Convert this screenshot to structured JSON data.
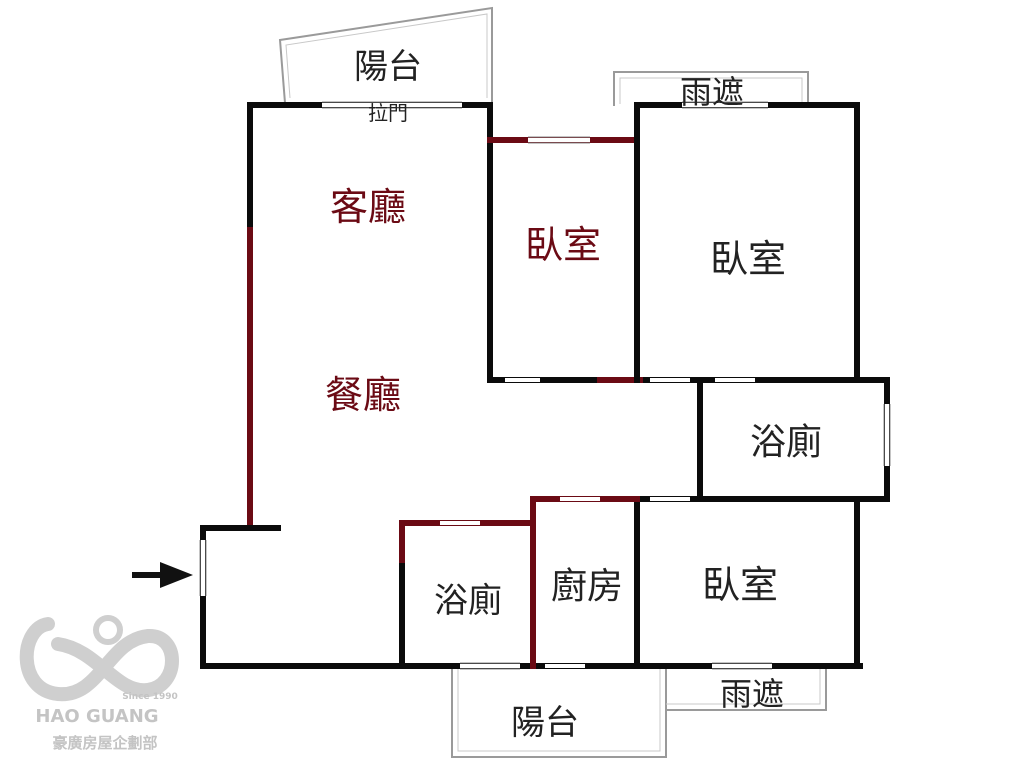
{
  "rooms": {
    "balcony_top": "陽台",
    "sliding_door": "拉門",
    "canopy_top": "雨遮",
    "living": "客廳",
    "bedroom_1": "臥室",
    "bedroom_2": "臥室",
    "dining": "餐廳",
    "bath_right": "浴廁",
    "bath_left": "浴廁",
    "kitchen": "廚房",
    "bedroom_3": "臥室",
    "balcony_bottom": "陽台",
    "canopy_bottom": "雨遮"
  },
  "logo": {
    "since": "Since 1990",
    "brand": "HAO GUANG",
    "company": "豪廣房屋企劃部"
  },
  "colors": {
    "wall": "#0b0b0b",
    "wall_accent": "#6b0a14",
    "label_accent": "#6b0a14"
  },
  "icons": [
    "entrance-arrow-icon",
    "hao-guang-logo-icon"
  ]
}
